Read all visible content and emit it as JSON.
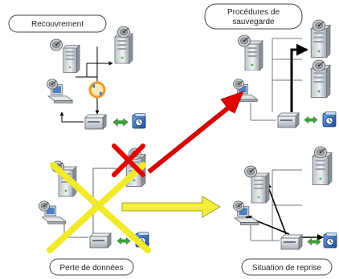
{
  "labels": {
    "recovery": "Recouvrement",
    "backup_line1": "Procédures de",
    "backup_line2": "sauvegarde",
    "data_loss": "Perte de données",
    "recovery_situation": "Situation de reprise"
  },
  "icons": {
    "server": "tower-server-icon",
    "workstation": "workstation-icon",
    "storage": "storage-unit-icon",
    "backup_app": "backup-application-icon",
    "sync": "sync-icon",
    "transfer": "bidirectional-arrow-icon"
  },
  "colors": {
    "red_arrow": "#e00000",
    "yellow_arrow": "#f5ee3a",
    "yellow_cross": "#f2ea29",
    "red_cross": "#e50000",
    "sync_orange": "#f39a1e",
    "transfer_green": "#3fa23a",
    "connection_line": "#000000"
  }
}
